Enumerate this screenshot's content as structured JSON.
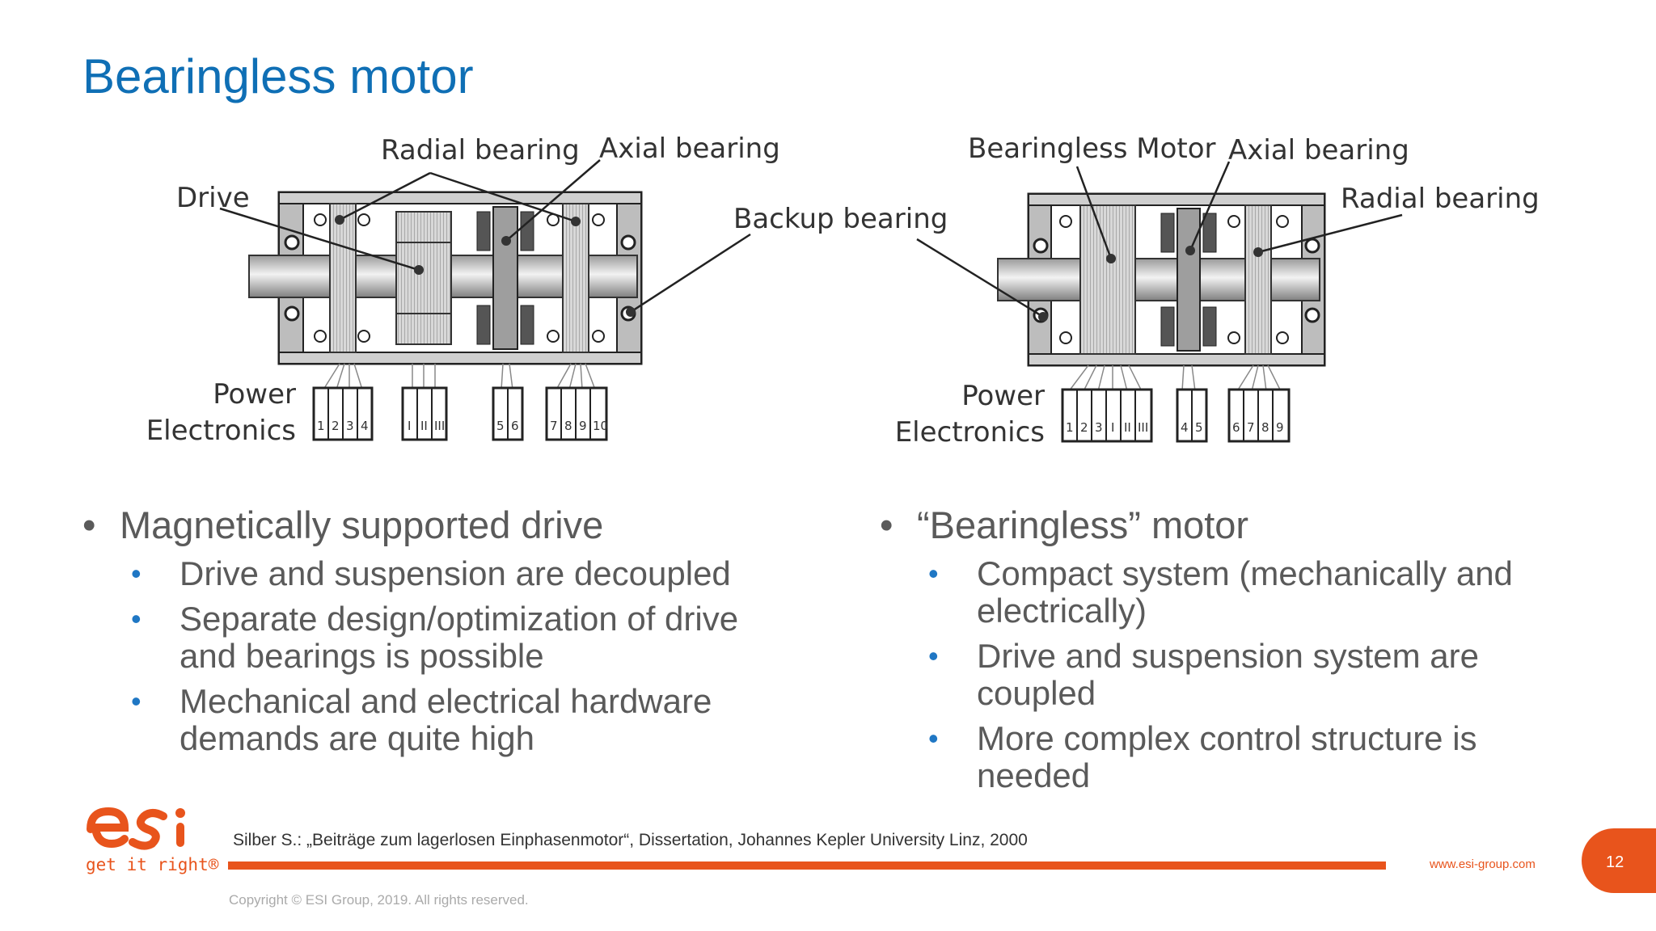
{
  "title": "Bearingless motor",
  "left_diagram": {
    "labels": {
      "radial": "Radial bearing",
      "axial": "Axial bearing",
      "drive": "Drive",
      "backup": "Backup bearing",
      "power1": "Power",
      "power2": "Electronics"
    },
    "nums": [
      "1",
      "2",
      "3",
      "4",
      "I",
      "II",
      "III",
      "5",
      "6",
      "7",
      "8",
      "9",
      "10"
    ]
  },
  "right_diagram": {
    "labels": {
      "motor": "Bearingless Motor",
      "axial": "Axial bearing",
      "radial": "Radial bearing",
      "power1": "Power",
      "power2": "Electronics"
    },
    "nums": [
      "1",
      "2",
      "3",
      "I",
      "II",
      "III",
      "4",
      "5",
      "6",
      "7",
      "8",
      "9"
    ]
  },
  "left_bullets": {
    "main": "Magnetically supported drive",
    "subs": [
      "Drive and suspension are decoupled",
      "Separate design/optimization of drive and bearings is possible",
      "Mechanical and electrical hardware demands are quite high"
    ]
  },
  "right_bullets": {
    "main": "“Bearingless” motor",
    "subs": [
      "Compact system (mechanically and electrically)",
      "Drive and suspension system are coupled",
      "More complex control structure is needed"
    ]
  },
  "footer": {
    "citation": "Silber  S.: „Beiträge zum lagerlosen Einphasenmotor“, Dissertation, Johannes Kepler University Linz, 2000",
    "website": "www.esi-group.com",
    "page": "12",
    "copyright": "Copyright © ESI Group, 2019. All rights reserved.",
    "tagline": "get it right®",
    "brand_color": "#e8541c",
    "title_color": "#0f6fb5"
  }
}
